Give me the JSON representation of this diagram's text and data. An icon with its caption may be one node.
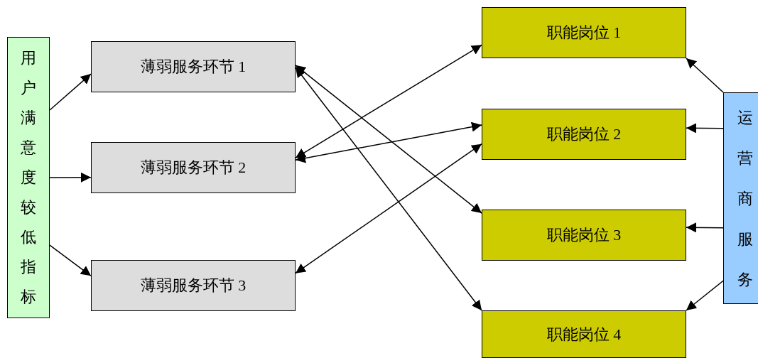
{
  "diagram": {
    "nodes": [
      {
        "text": [
          "用户满意度较低指标"
        ]
      },
      {
        "text": [
          "薄弱服务环节 1"
        ]
      },
      {
        "text": [
          "薄弱服务环节 2"
        ]
      },
      {
        "text": [
          "薄弱服务环节 3"
        ]
      },
      {
        "text": [
          "职能岗位 1"
        ]
      },
      {
        "text": [
          "职能岗位 2"
        ]
      },
      {
        "text": [
          "职能岗位 3"
        ]
      },
      {
        "text": [
          "职能岗位 4"
        ]
      },
      {
        "text": [
          "运营商服务"
        ]
      }
    ],
    "edges": [
      {
        "from": 0,
        "to": 1,
        "arrow": "to"
      },
      {
        "from": 0,
        "to": 2,
        "arrow": "to"
      },
      {
        "from": 0,
        "to": 3,
        "arrow": "to"
      },
      {
        "from": 2,
        "to": 4,
        "arrow": "both"
      },
      {
        "from": 2,
        "to": 5,
        "arrow": "both"
      },
      {
        "from": 3,
        "to": 5,
        "arrow": "both"
      },
      {
        "from": 1,
        "to": 6,
        "arrow": "both"
      },
      {
        "from": 1,
        "to": 7,
        "arrow": "both"
      },
      {
        "from": 8,
        "to": 4,
        "arrow": "to"
      },
      {
        "from": 8,
        "to": 5,
        "arrow": "to"
      },
      {
        "from": 8,
        "to": 6,
        "arrow": "to"
      },
      {
        "from": 8,
        "to": 7,
        "arrow": "to"
      }
    ]
  }
}
